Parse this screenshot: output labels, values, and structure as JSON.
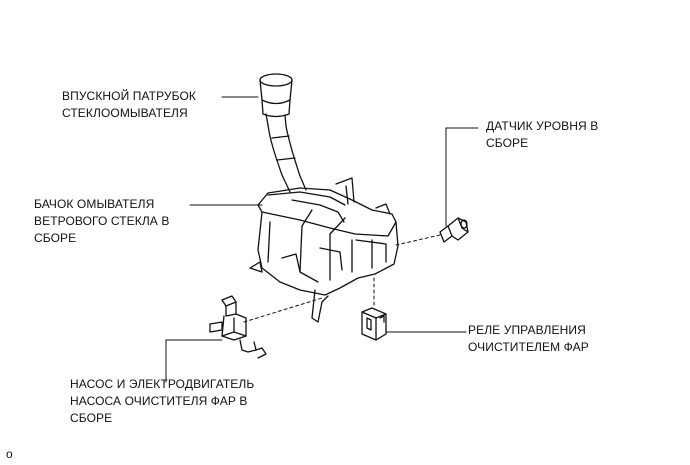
{
  "labels": {
    "filler_pipe": [
      "ВПУСКНОЙ ПАТРУБОК",
      "СТЕКЛООМЫВАТЕЛЯ"
    ],
    "level_sensor": [
      "ДАТЧИК УРОВНЯ В",
      "СБОРЕ"
    ],
    "washer_jar": [
      "БАЧОК ОМЫВАТЕЛЯ",
      "ВЕТРОВОГО СТЕКЛА В",
      "СБОРЕ"
    ],
    "relay": [
      "РЕЛЕ УПРАВЛЕНИЯ",
      "ОЧИСТИТЕЛЕМ ФАР"
    ],
    "pump_motor": [
      "НАСОС И ЭЛЕКТРОДВИГАТЕЛЬ",
      "НАСОСА ОЧИСТИТЕЛЯ ФАР В",
      "СБОРЕ"
    ]
  },
  "figure_code": "o",
  "colors": {
    "stroke": "#111111",
    "background": "#ffffff"
  }
}
